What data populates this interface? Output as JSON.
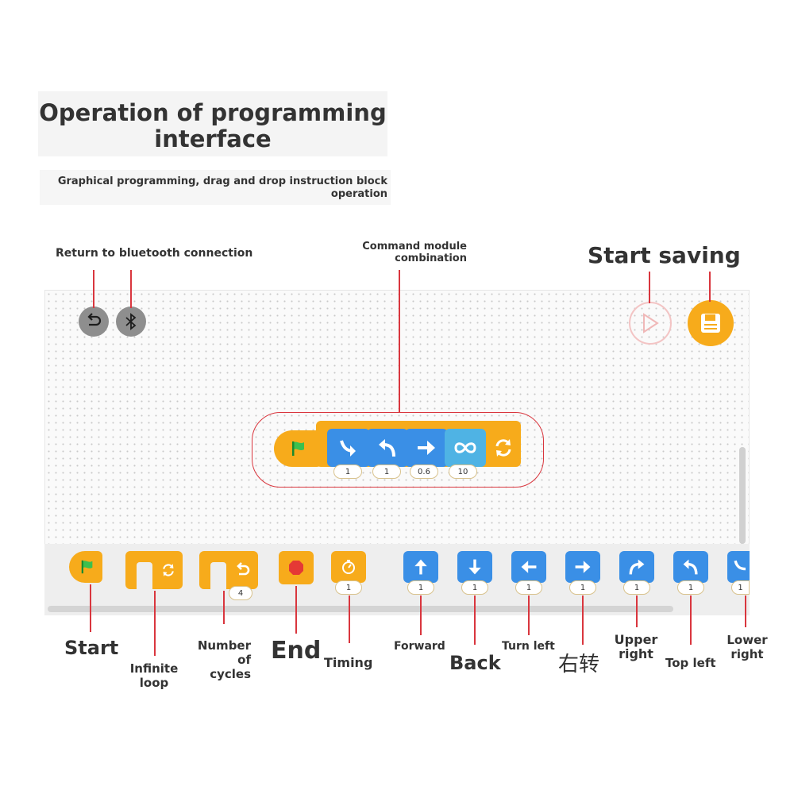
{
  "header": {
    "title": "Operation of programming interface",
    "subtitle": "Graphical programming, drag and drop instruction block operation"
  },
  "callouts": {
    "return_bluetooth": "Return to bluetooth connection",
    "command_module": "Command module combination",
    "start_saving": "Start saving"
  },
  "program": {
    "params": [
      "1",
      "1",
      "0.6",
      "10"
    ]
  },
  "palette": {
    "cycles_value": "4",
    "timing_value": "1",
    "motion_values": [
      "1",
      "1",
      "1",
      "1",
      "1",
      "1",
      "1"
    ]
  },
  "labels": {
    "start": "Start",
    "infinite_loop": "Infinite loop",
    "number_of_cycles": "Number of cycles",
    "end": "End",
    "timing": "Timing",
    "forward": "Forward",
    "back": "Back",
    "turn_left": "Turn left",
    "turn_right_cn": "右转",
    "upper_right": "Upper right",
    "top_left": "Top left",
    "lower_right": "Lower right"
  },
  "colors": {
    "orange_block": "#f7ab1b",
    "blue_block": "#3a8fe6",
    "teal_block": "#4fb3e4",
    "callout_line": "#d9363e",
    "save_button": "#f7ab1b"
  },
  "icons": [
    "back-arrow-icon",
    "bluetooth-icon",
    "play-icon",
    "save-icon",
    "green-flag-icon",
    "loop-icon",
    "stop-icon",
    "timer-icon",
    "arrow-up-icon",
    "arrow-down-icon",
    "arrow-left-icon",
    "arrow-right-icon",
    "curve-arrow-icon",
    "infinity-icon"
  ]
}
